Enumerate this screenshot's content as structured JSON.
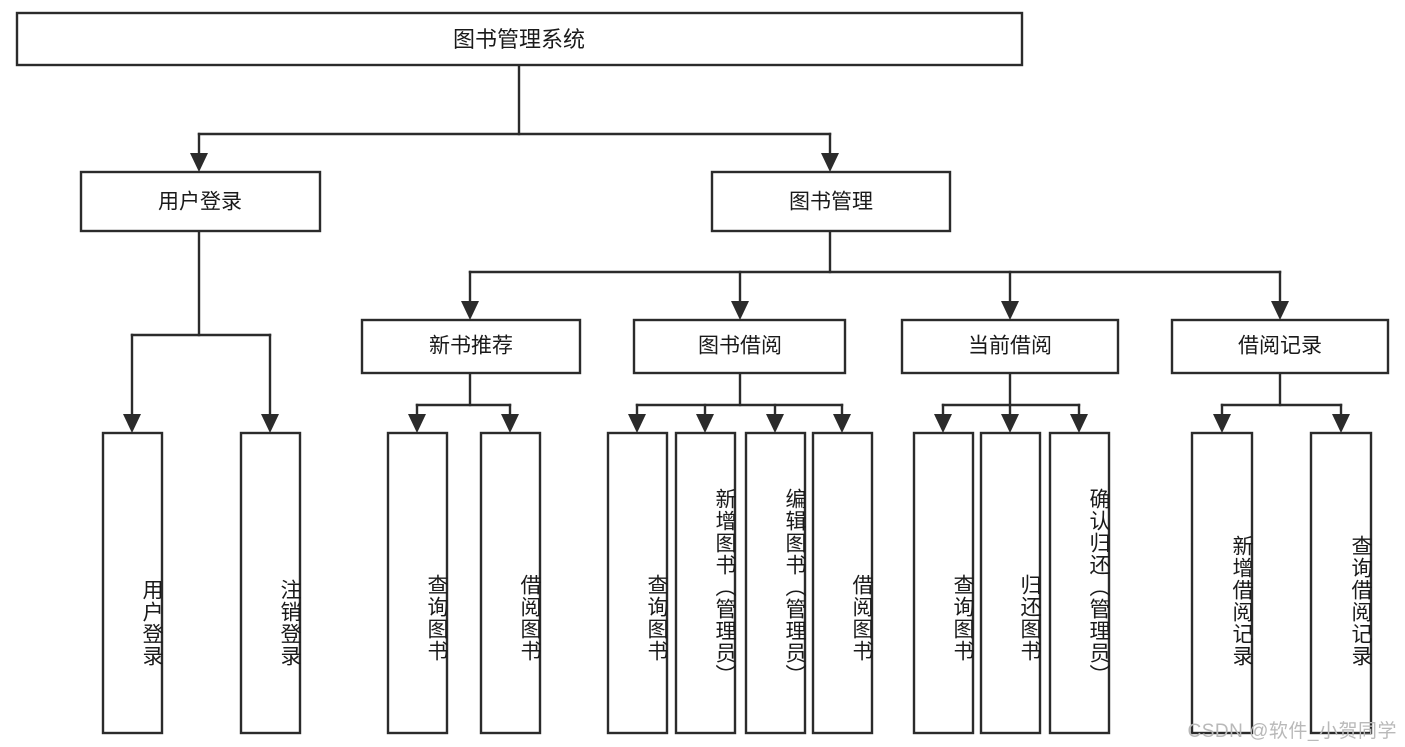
{
  "diagram": {
    "title": "图书管理系统",
    "type": "tree-hierarchy-diagram",
    "watermark": "CSDN @软件_小贺同学",
    "root": {
      "label": "图书管理系统"
    },
    "level2": [
      {
        "label": "用户登录"
      },
      {
        "label": "图书管理"
      }
    ],
    "level3": [
      {
        "label": "新书推荐"
      },
      {
        "label": "图书借阅"
      },
      {
        "label": "当前借阅"
      },
      {
        "label": "借阅记录"
      }
    ],
    "leaves": {
      "user_login": [
        {
          "label": "用户登录"
        },
        {
          "label": "注销登录"
        }
      ],
      "new_book_recommend": [
        {
          "label": "查询图书"
        },
        {
          "label": "借阅图书"
        }
      ],
      "book_borrow": [
        {
          "label": "查询图书"
        },
        {
          "label": "新增图书（管理员）"
        },
        {
          "label": "编辑图书（管理员）"
        },
        {
          "label": "借阅图书"
        }
      ],
      "current_borrow": [
        {
          "label": "查询图书"
        },
        {
          "label": "归还图书"
        },
        {
          "label": "确认归还（管理员）"
        }
      ],
      "borrow_record": [
        {
          "label": "新增借阅记录"
        },
        {
          "label": "查询借阅记录"
        }
      ]
    },
    "colors": {
      "stroke": "#2b2b2b",
      "fill": "#ffffff",
      "text": "#1a1a1a",
      "watermark": "#b9b9b9"
    }
  }
}
